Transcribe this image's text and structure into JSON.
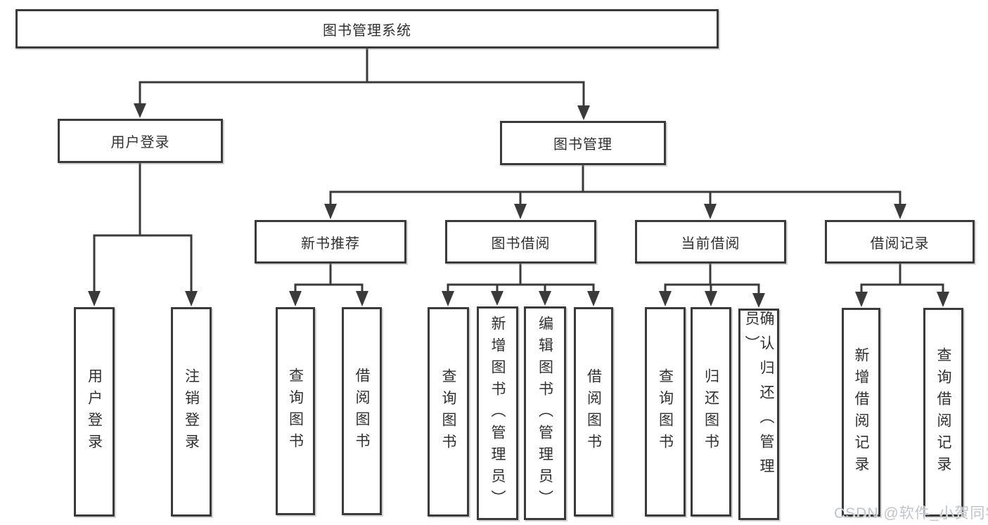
{
  "tree": {
    "label": "图书管理系统",
    "children": [
      {
        "label": "用户登录",
        "children": [
          {
            "label": "用户登录"
          },
          {
            "label": "注销登录"
          }
        ]
      },
      {
        "label": "图书管理",
        "children": [
          {
            "label": "新书推荐",
            "children": [
              {
                "label": "查询图书"
              },
              {
                "label": "借阅图书"
              }
            ]
          },
          {
            "label": "图书借阅",
            "children": [
              {
                "label": "查询图书"
              },
              {
                "label": "新增图书（管理员）"
              },
              {
                "label": "编辑图书（管理员）"
              },
              {
                "label": "借阅图书"
              }
            ]
          },
          {
            "label": "当前借阅",
            "children": [
              {
                "label": "查询图书"
              },
              {
                "label": "归还图书"
              },
              {
                "label": "确认归还（管理员）"
              }
            ]
          },
          {
            "label": "借阅记录",
            "children": [
              {
                "label": "新增借阅记录"
              },
              {
                "label": "查询借阅记录"
              }
            ]
          }
        ]
      }
    ]
  },
  "watermark": "CSDN @软件_小贺同学",
  "colors": {
    "line": "#3a3a3a",
    "text": "#303030",
    "watermark": "#c0c4c8",
    "bg": "#ffffff"
  }
}
